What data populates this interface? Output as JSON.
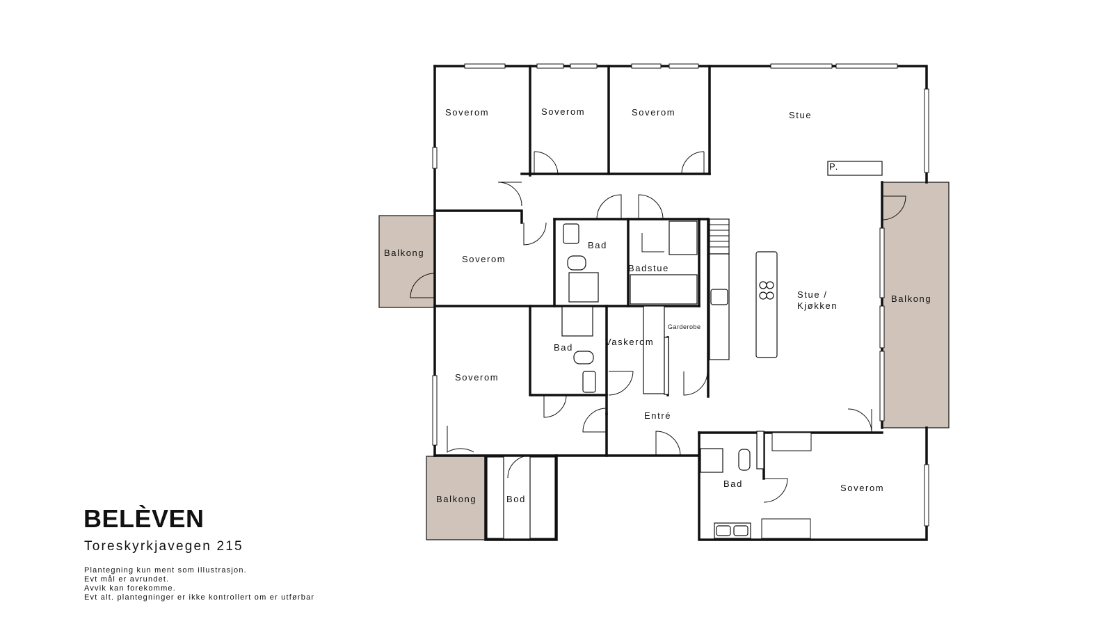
{
  "brand": {
    "name": "BELÈVEN",
    "address": "Toreskyrkjavegen 215"
  },
  "disclaimer": [
    "Plantegning kun ment som illustrasjon.",
    "Evt mål er avrundet.",
    "Avvik kan forekomme.",
    "Evt alt. plantegninger er ikke kontrollert om er utførbar"
  ],
  "colors": {
    "balcony": "#cfc3ba",
    "wall": "#111111",
    "background": "#ffffff"
  },
  "rooms": {
    "soverom_1": "Soverom",
    "soverom_2": "Soverom",
    "soverom_3": "Soverom",
    "stue": "Stue",
    "soverom_4": "Soverom",
    "bad_1": "Bad",
    "badstue": "Badstue",
    "stue_kjokken_1": "Stue /",
    "stue_kjokken_2": "Kjøkken",
    "balkong_left": "Balkong",
    "balkong_right": "Balkong",
    "balkong_bottom": "Balkong",
    "soverom_5": "Soverom",
    "bad_2": "Bad",
    "vaskerom": "Vaskerom",
    "garderobe": "Garderobe",
    "entre": "Entré",
    "bod": "Bod",
    "bad_3": "Bad",
    "soverom_6": "Soverom",
    "fireplace": "P."
  }
}
